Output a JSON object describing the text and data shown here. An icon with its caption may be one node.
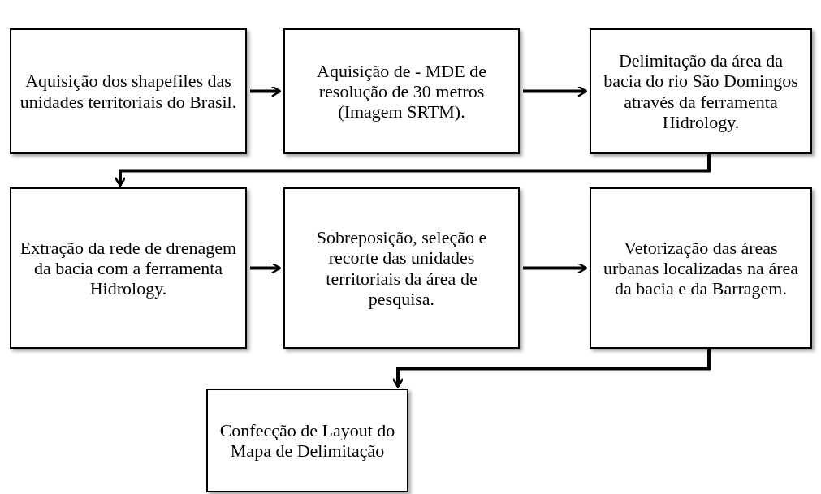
{
  "diagram": {
    "nodes": [
      {
        "text": [
          "Aquisição dos shapefiles das unidades territoriais do Brasil."
        ]
      },
      {
        "text": [
          "Aquisição de - MDE de resolução de 30 metros (Imagem SRTM)."
        ]
      },
      {
        "text": [
          "Delimitação da área da bacia do rio São Domingos através da ferramenta Hidrology."
        ]
      },
      {
        "text": [
          "Extração da rede de drenagem da bacia com a ferramenta Hidrology."
        ]
      },
      {
        "text": [
          "Sobreposição, seleção e recorte das unidades territoriais da área de pesquisa."
        ]
      },
      {
        "text": [
          "Vetorização das áreas urbanas localizadas na área da bacia e da Barragem."
        ]
      },
      {
        "text": [
          "Confecção de Layout do Mapa de Delimitação"
        ]
      }
    ],
    "edges": [
      {
        "from": 0,
        "to": 1,
        "arrow": "to"
      },
      {
        "from": 1,
        "to": 2,
        "arrow": "to"
      },
      {
        "from": 2,
        "to": 3,
        "arrow": "to"
      },
      {
        "from": 3,
        "to": 4,
        "arrow": "to"
      },
      {
        "from": 4,
        "to": 5,
        "arrow": "to"
      },
      {
        "from": 5,
        "to": 6,
        "arrow": "to"
      }
    ]
  }
}
